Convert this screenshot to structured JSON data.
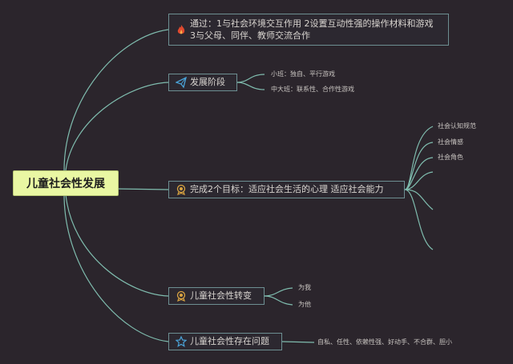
{
  "root": {
    "label": "儿童社会性发展"
  },
  "branches": [
    {
      "label_line1": "通过：1与社会环境交互作用 2设置互动性强的操作材料和游戏",
      "label_line2": "3与父母、同伴、教师交流合作",
      "icon": "fire-icon",
      "color": "#e04a2f"
    },
    {
      "label": "发展阶段",
      "icon": "paper-plane-icon",
      "color": "#4aa3d8",
      "children": [
        "小班：独自、平行游戏",
        "中大班：联系性、合作性游戏"
      ]
    },
    {
      "label": "完成2个目标：适应社会生活的心理 适应社会能力",
      "icon": "medal-icon",
      "color": "#d9a441",
      "children": [
        "社会认知规范",
        "社会情感",
        "社会角色"
      ]
    },
    {
      "label": "儿童社会性转变",
      "icon": "medal-icon",
      "color": "#d9a441",
      "children": [
        "为我",
        "为他"
      ]
    },
    {
      "label": "儿童社会性存在问题",
      "icon": "star-icon",
      "color": "#4aa3d8",
      "children": [
        "自私、任性、依赖性强、好动手、不合群、胆小"
      ]
    }
  ],
  "colors": {
    "connector": "#7fbcae"
  }
}
